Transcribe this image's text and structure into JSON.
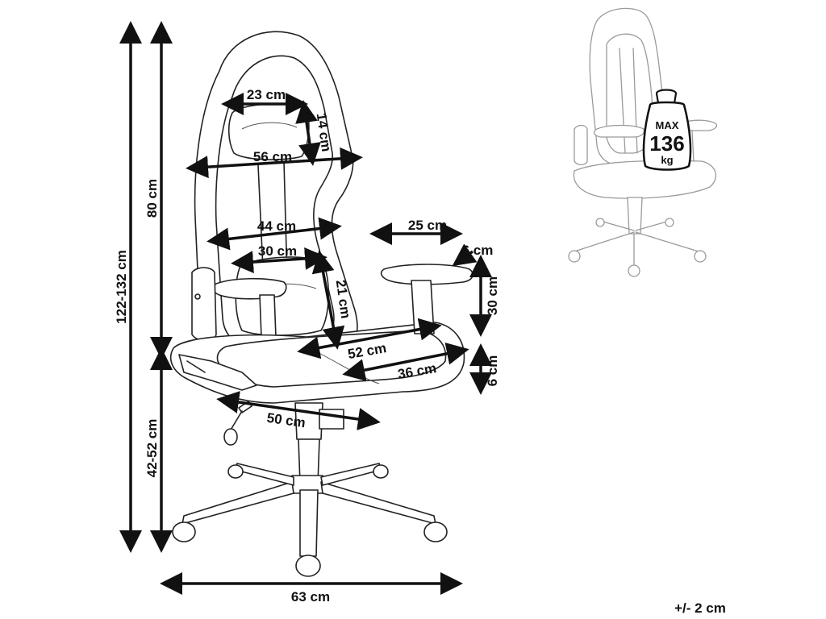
{
  "dimensions": {
    "total_height": "122-132 cm",
    "backrest_height": "80 cm",
    "seat_height": "42-52 cm",
    "headrest_width": "23 cm",
    "headrest_height": "14 cm",
    "backrest_top_width": "56 cm",
    "backrest_width": "44 cm",
    "lumbar_width": "30 cm",
    "lumbar_height": "21 cm",
    "armrest_length": "25 cm",
    "armrest_width": "6 cm",
    "armrest_height": "30 cm",
    "seat_width": "52 cm",
    "seat_depth": "36 cm",
    "seat_thickness": "6 cm",
    "seat_base_depth": "50 cm",
    "base_width": "63 cm"
  },
  "weight_badge": {
    "prefix": "MAX",
    "value": "136",
    "unit": "kg"
  },
  "tolerance": "+/- 2 cm",
  "colors": {
    "ink": "#111111",
    "line": "#222222",
    "ghost": "#9a9a9a"
  },
  "icons": {
    "weight": "weight-icon",
    "chair": "gaming-chair-drawing"
  }
}
